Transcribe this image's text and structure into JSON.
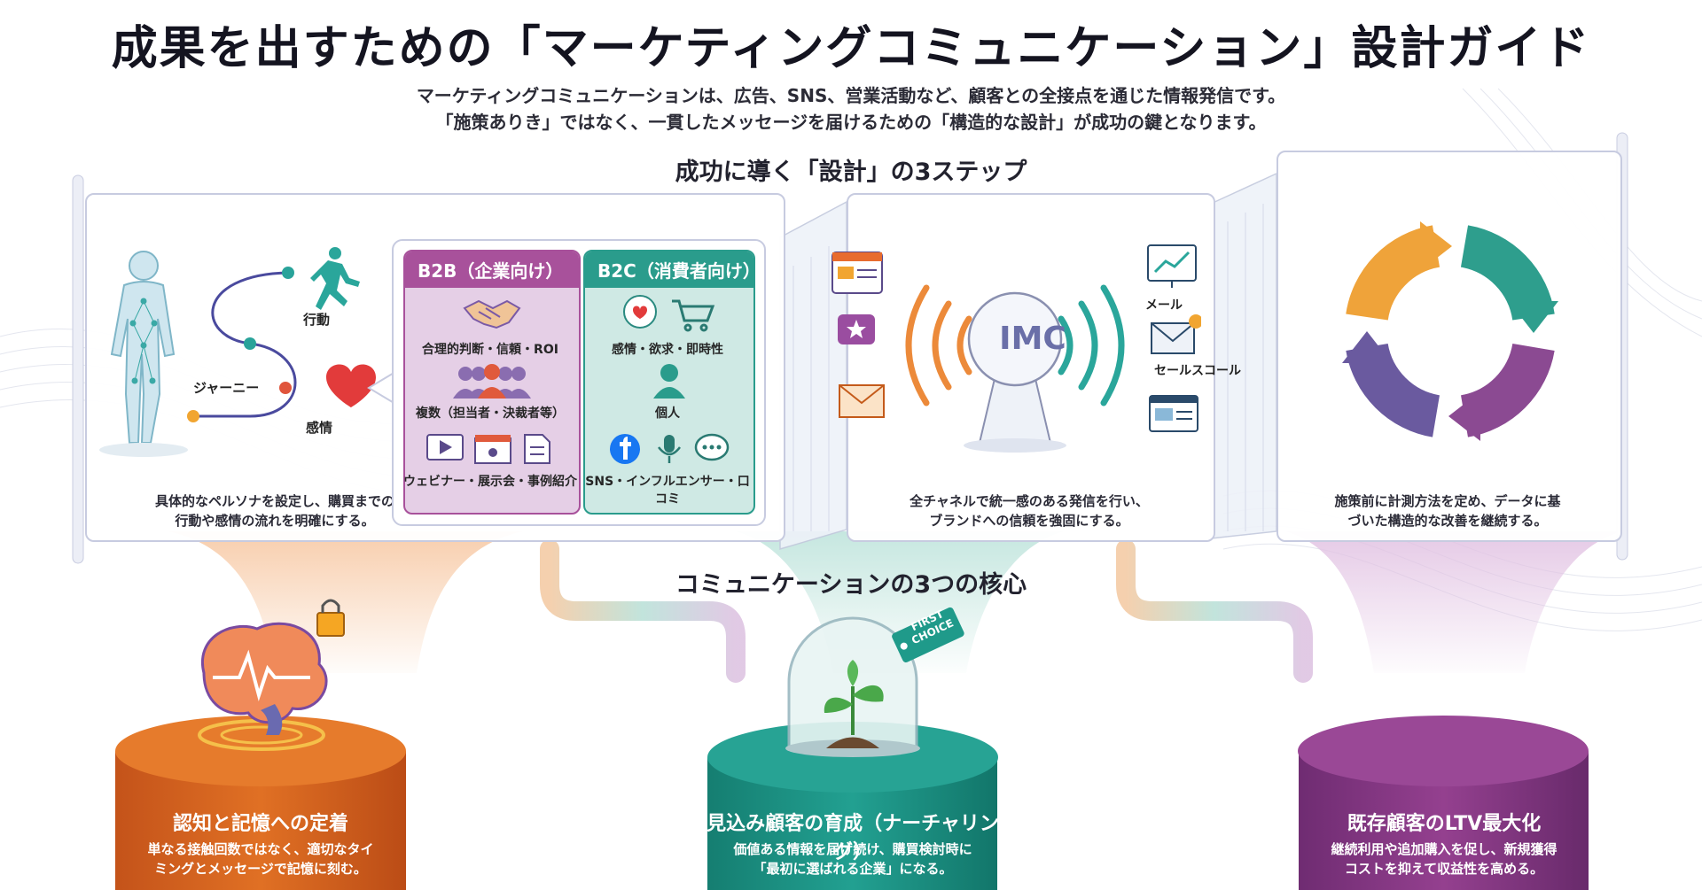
{
  "header": {
    "title": "成果を出すための「マーケティングコミュニケーション」設計ガイド",
    "subtitle_1": "マーケティングコミュニケーションは、広告、SNS、営業活動など、顧客との全接点を通じた情報発信です。",
    "subtitle_2": "「施策ありき」ではなく、一貫したメッセージを届けるための「構造的な設計」が成功の鍵となります。"
  },
  "steps": {
    "heading": "成功に導く「設計」の3ステップ",
    "journey": {
      "action_label": "行動",
      "journey_label": "ジャーニー",
      "emotion_label": "感情",
      "caption_1": "具体的なペルソナを設定し、購買までの",
      "caption_2": "行動や感情の流れを明確にする。"
    },
    "b2b": {
      "header": "B2B（企業向け）",
      "item_1": "合理的判断・信頼・ROI",
      "item_2": "複数（担当者・決裁者等）",
      "item_3": "ウェビナー・展示会・事例紹介"
    },
    "b2c": {
      "header": "B2C（消費者向け）",
      "item_1": "感情・欲求・即時性",
      "item_2": "個人",
      "item_3": "SNS・インフルエンサー・口コミ"
    },
    "imc": {
      "center_label": "IMC",
      "mail_label": "メール",
      "sales_label": "セールスコール",
      "caption_1": "全チャネルで統一感のある発信を行い、",
      "caption_2": "ブランドへの信頼を強固にする。"
    },
    "measure": {
      "caption_1": "施策前に計測方法を定め、データに基",
      "caption_2": "づいた構造的な改善を継続する。"
    }
  },
  "core": {
    "heading": "コミュニケーションの3つの核心",
    "tag_text": "FIRST CHOICE",
    "pillars": [
      {
        "title": "認知と記憶への定着",
        "desc_1": "単なる接触回数ではなく、適切なタイ",
        "desc_2": "ミングとメッセージで記憶に刻む。"
      },
      {
        "title": "見込み顧客の育成（ナーチャリング）",
        "desc_1": "価値ある情報を届け続け、購買検討時に",
        "desc_2": "「最初に選ばれる企業」になる。"
      },
      {
        "title": "既存顧客のLTV最大化",
        "desc_1": "継続利用や追加購入を促し、新規獲得",
        "desc_2": "コストを抑えて収益性を高める。"
      }
    ]
  },
  "colors": {
    "orange": "#d9621b",
    "teal": "#1f9a8a",
    "purple": "#8c3a8a",
    "b2b_accent": "#a8519b",
    "b2c_accent": "#2a9c8c",
    "cycle_orange": "#efa33a",
    "cycle_teal": "#2e9e8d",
    "cycle_purple": "#8b4a92",
    "cycle_indigo": "#6a5a9f"
  }
}
